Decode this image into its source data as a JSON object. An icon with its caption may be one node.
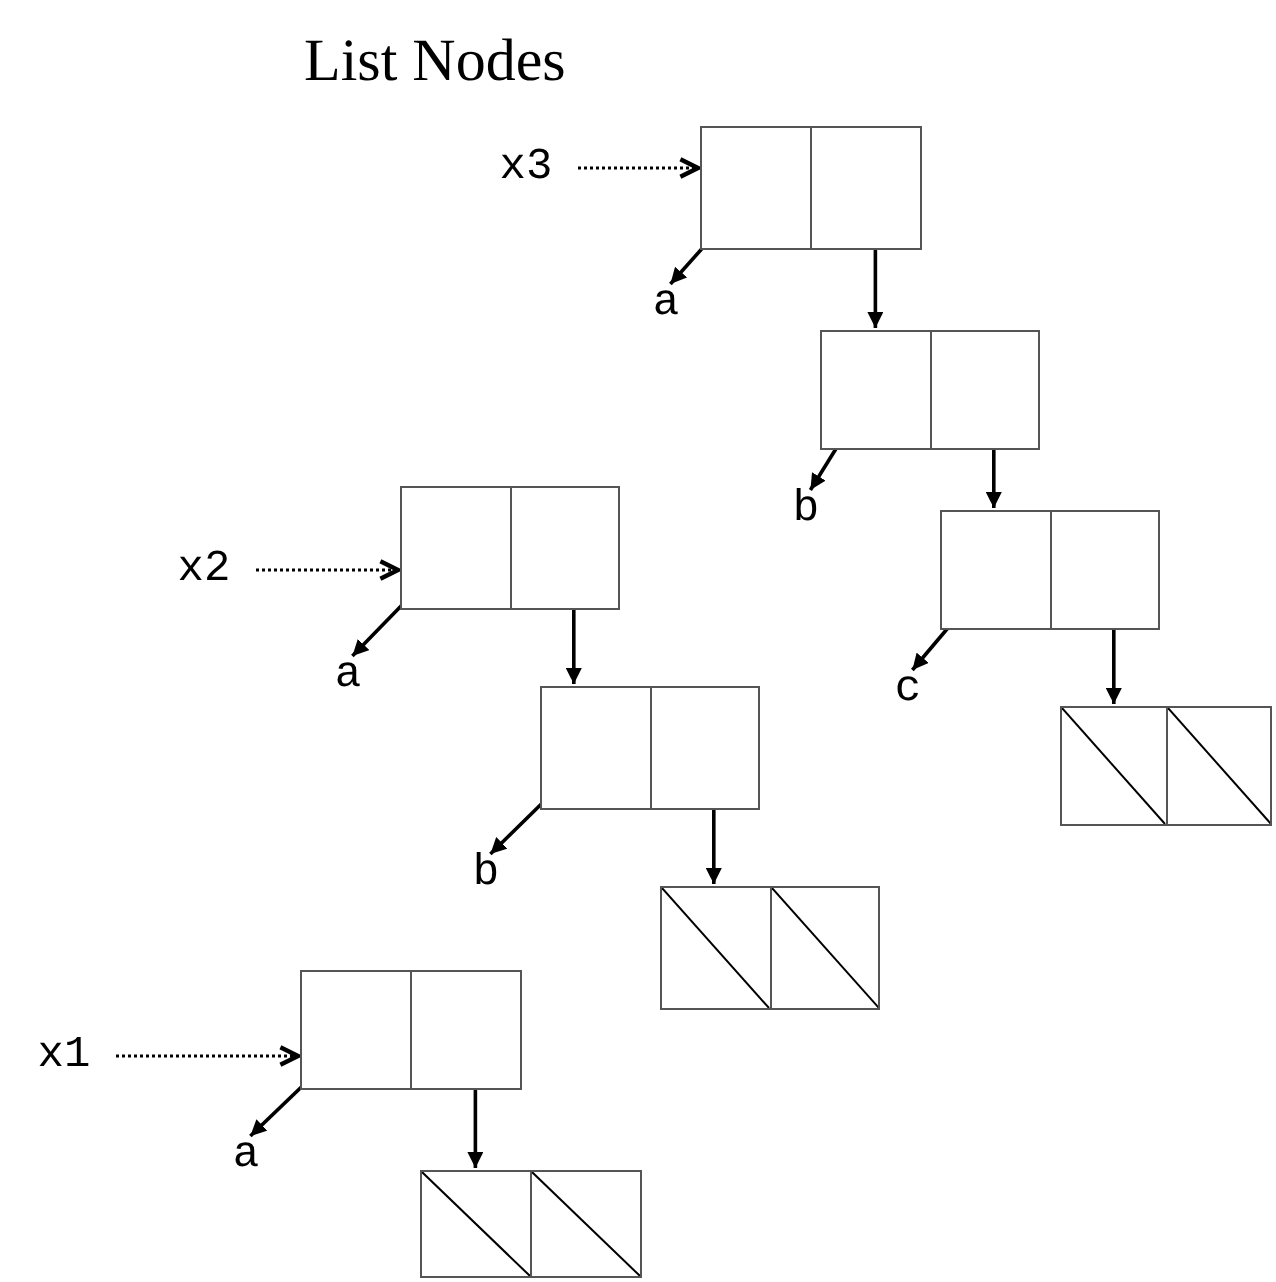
{
  "diagram": {
    "title": "List Nodes",
    "nodes": [
      {
        "text": [
          "x3"
        ]
      },
      {
        "text": [],
        "shape": "box"
      },
      {
        "text": [
          "a"
        ]
      },
      {
        "text": [],
        "shape": "box"
      },
      {
        "text": [
          "b"
        ]
      },
      {
        "text": [
          "x2"
        ]
      },
      {
        "text": [],
        "shape": "box"
      },
      {
        "text": [],
        "shape": "box"
      },
      {
        "text": [
          "c"
        ]
      },
      {
        "text": [
          "a"
        ]
      },
      {
        "text": [],
        "shape": "crossed"
      },
      {
        "text": [],
        "shape": "box"
      },
      {
        "text": [
          "b"
        ]
      },
      {
        "text": [],
        "shape": "crossed"
      },
      {
        "text": [
          "x1"
        ]
      },
      {
        "text": [],
        "shape": "box"
      },
      {
        "text": [
          "a"
        ]
      },
      {
        "text": [],
        "shape": "crossed"
      }
    ],
    "edges": [
      {
        "from": 0,
        "to": 1,
        "arrow": "to",
        "style": "dashed"
      },
      {
        "from": 1,
        "to": 2,
        "arrow": "to"
      },
      {
        "from": 1,
        "to": 3,
        "arrow": "to"
      },
      {
        "from": 3,
        "to": 4,
        "arrow": "to"
      },
      {
        "from": 3,
        "to": 7,
        "arrow": "to"
      },
      {
        "from": 7,
        "to": 8,
        "arrow": "to"
      },
      {
        "from": 7,
        "to": 10,
        "arrow": "to"
      },
      {
        "from": 5,
        "to": 6,
        "arrow": "to",
        "style": "dashed"
      },
      {
        "from": 6,
        "to": 9,
        "arrow": "to"
      },
      {
        "from": 6,
        "to": 11,
        "arrow": "to"
      },
      {
        "from": 11,
        "to": 12,
        "arrow": "to"
      },
      {
        "from": 11,
        "to": 13,
        "arrow": "to"
      },
      {
        "from": 14,
        "to": 15,
        "arrow": "to",
        "style": "dashed"
      },
      {
        "from": 15,
        "to": 16,
        "arrow": "to"
      },
      {
        "from": 15,
        "to": 17,
        "arrow": "to"
      }
    ]
  }
}
